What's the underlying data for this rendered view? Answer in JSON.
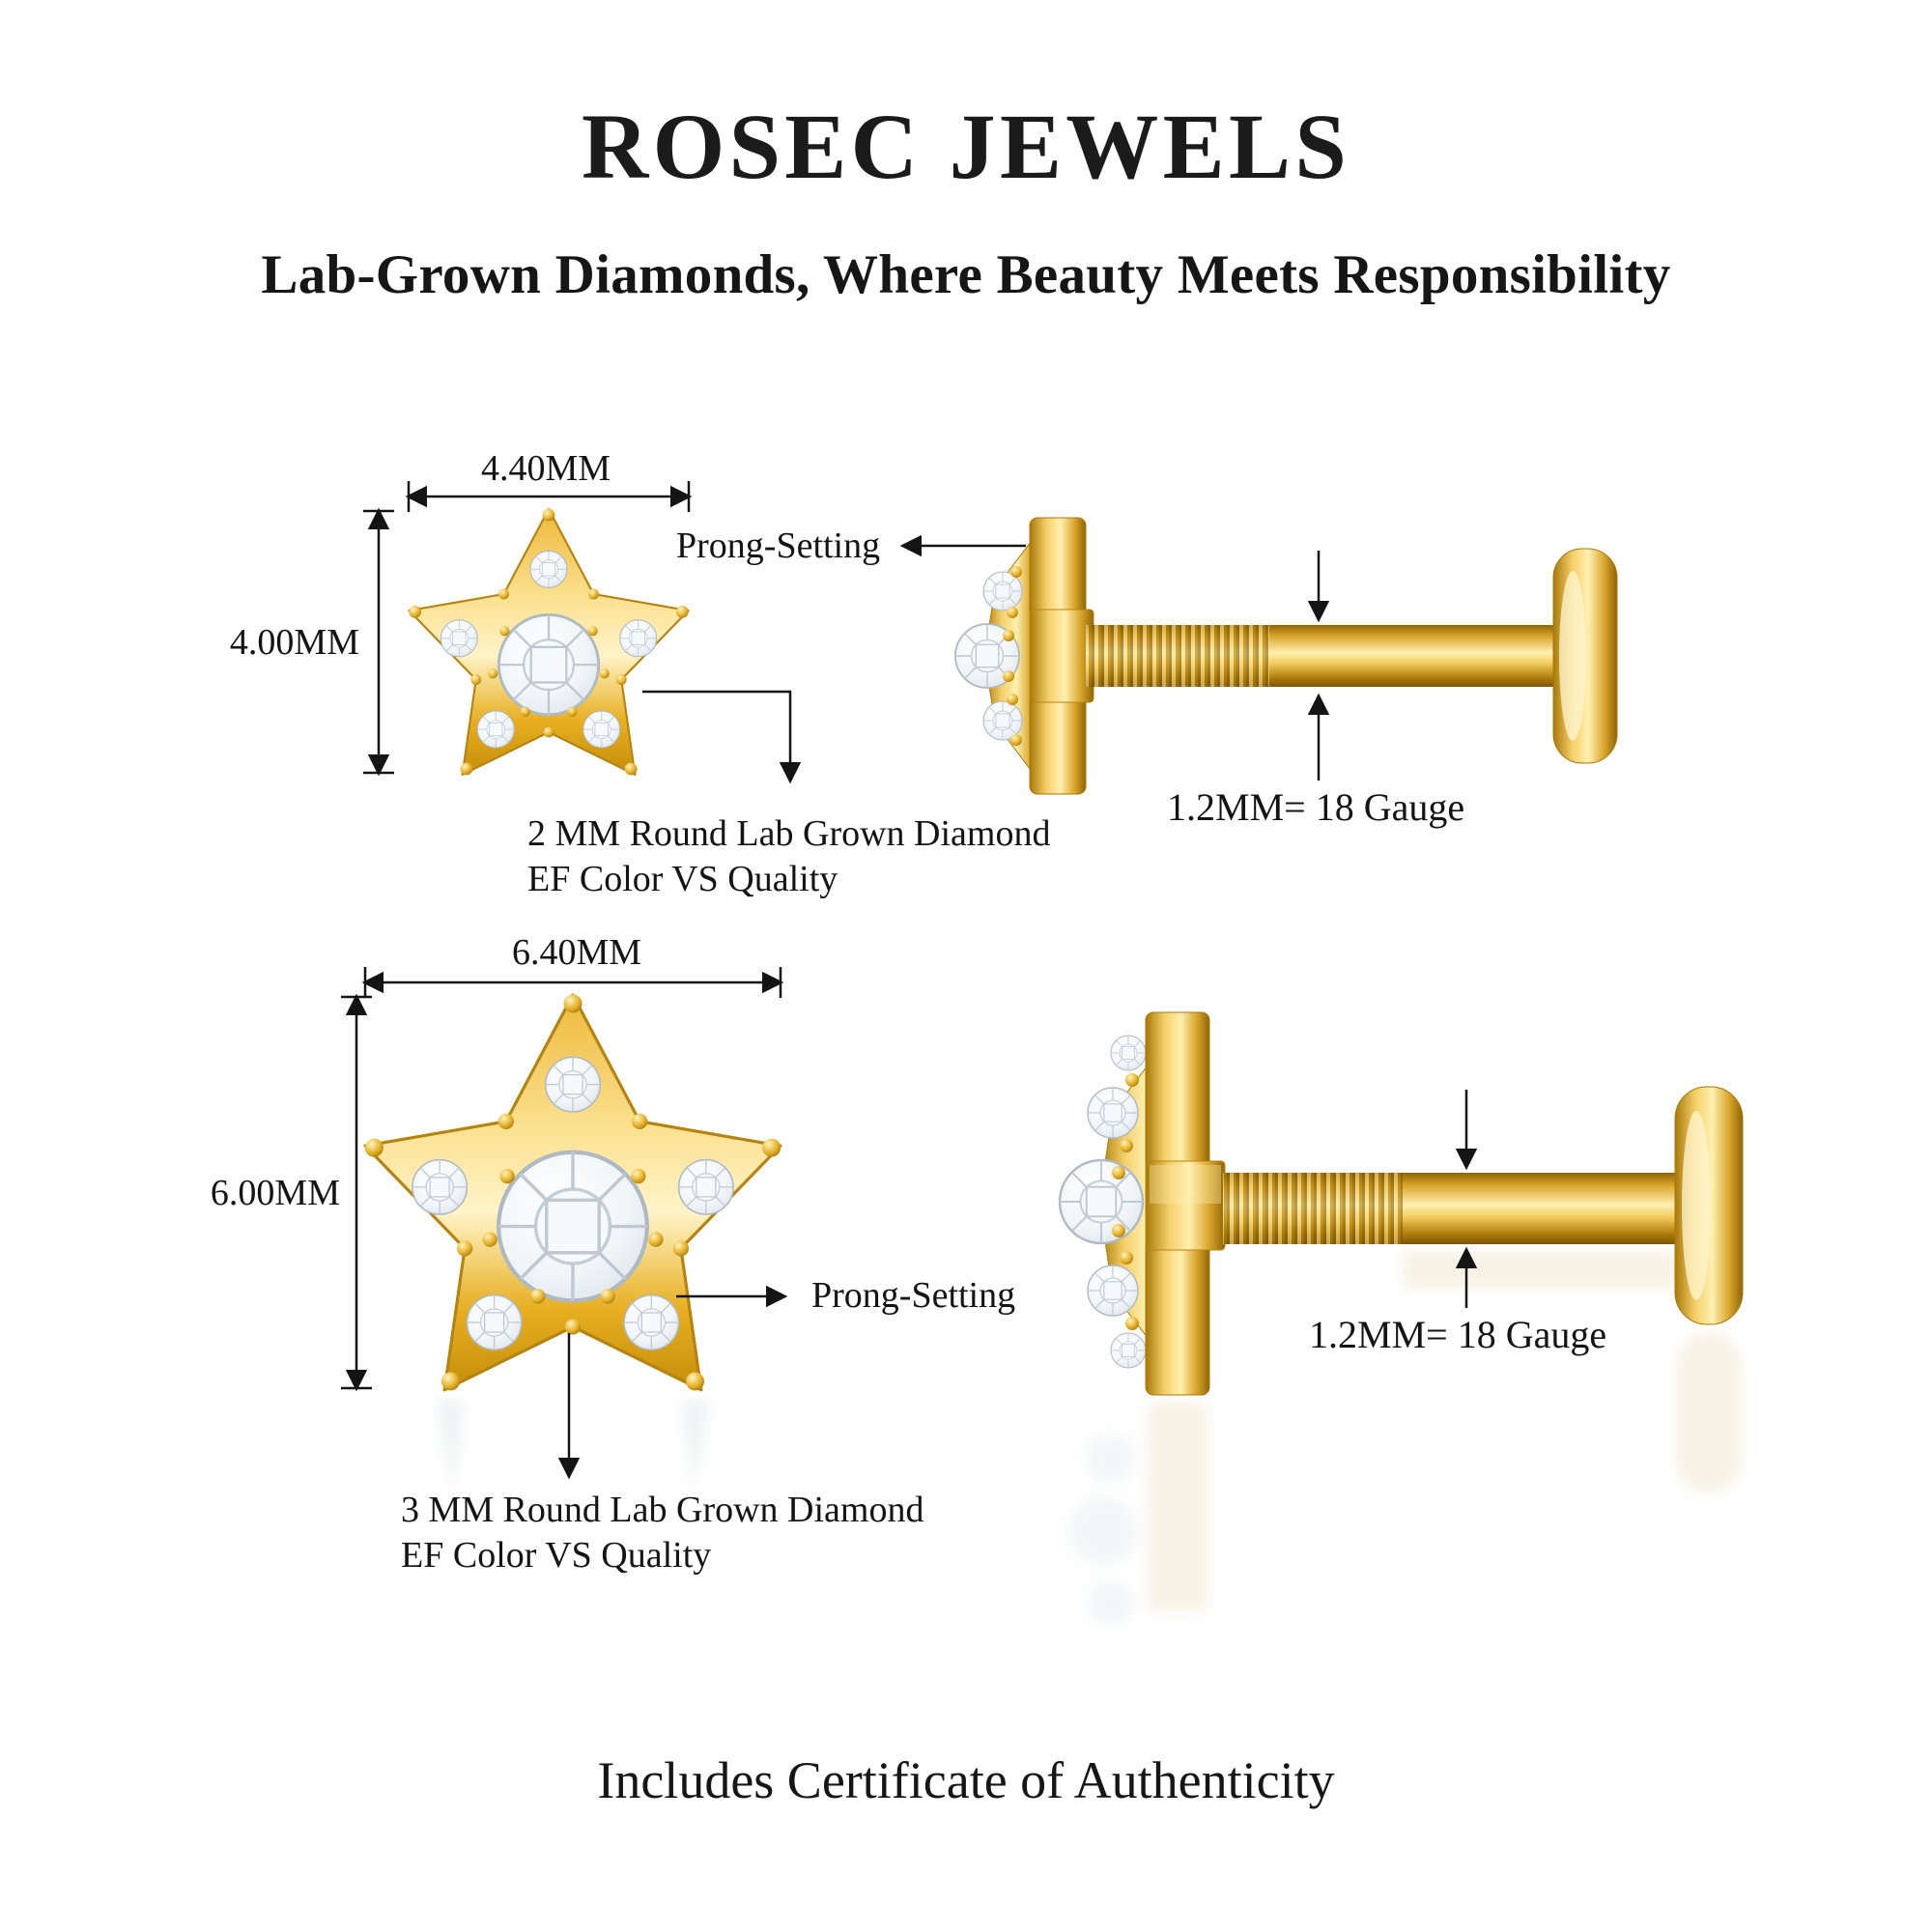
{
  "header": {
    "brand": "ROSEC JEWELS",
    "tagline": "Lab-Grown Diamonds, Where Beauty Meets Responsibility"
  },
  "small_earring": {
    "width_label": "4.40MM",
    "height_label": "4.00MM",
    "prong_label": "Prong-Setting",
    "stone_line1": "2 MM Round Lab Grown Diamond",
    "stone_line2": "EF Color VS Quality",
    "gauge_label": "1.2MM= 18 Gauge"
  },
  "large_earring": {
    "width_label": "6.40MM",
    "height_label": "6.00MM",
    "prong_label": "Prong-Setting",
    "stone_line1": "3 MM Round Lab Grown Diamond",
    "stone_line2": "EF Color VS Quality",
    "gauge_label": "1.2MM= 18 Gauge"
  },
  "footer": {
    "note": "Includes Certificate of Authenticity"
  },
  "colors": {
    "gold": "#E3A812",
    "gold_light": "#FFF3C4",
    "gold_dark": "#9A6E06",
    "diamond": "#EEF3F7",
    "line": "#141414"
  }
}
